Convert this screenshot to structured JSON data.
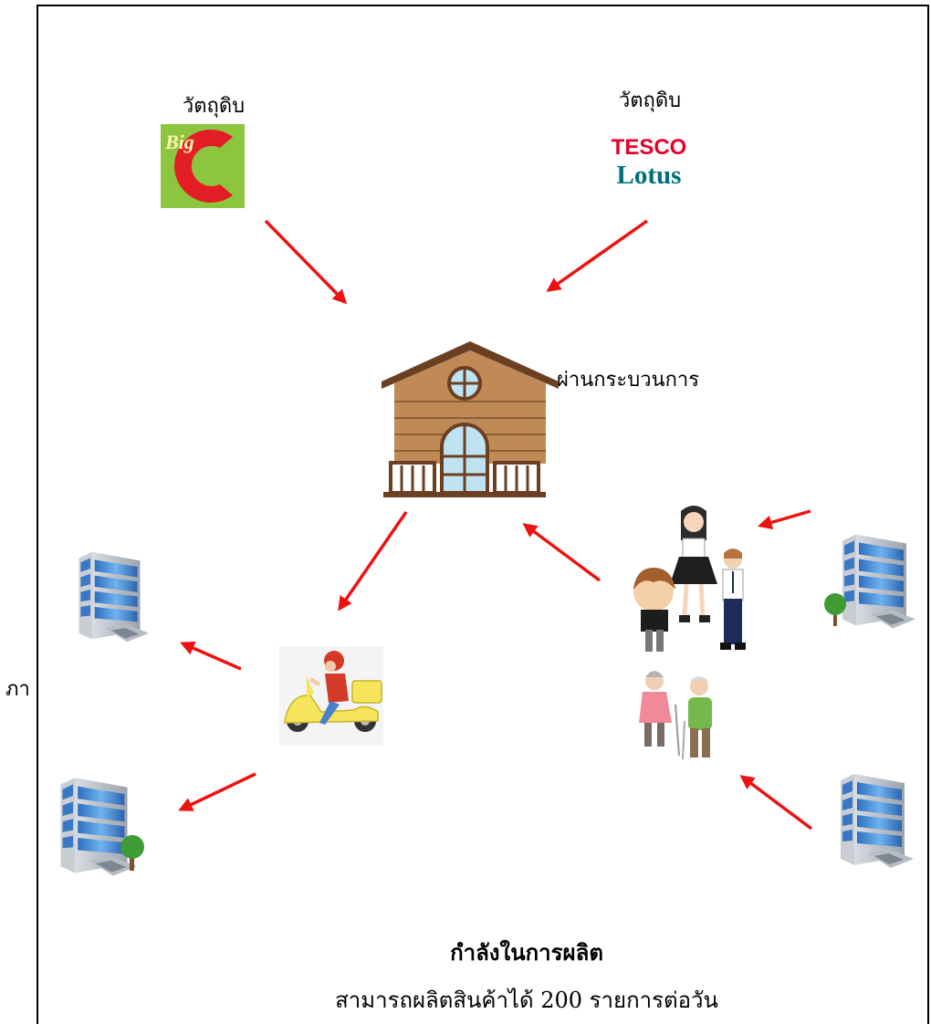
{
  "labels": {
    "raw_material_left": "วัตถุดิบ",
    "raw_material_right": "วัตถุดิบ",
    "process": "ผ่านกระบวนการ",
    "cut_fragment": "ภา",
    "capacity_title": "กำลังในการผลิต",
    "capacity_detail": "สามารถผลิตสินค้าได้ 200 รายการต่อวัน"
  },
  "logos": {
    "bigc_brand": "Big",
    "bigc_letter": "C",
    "tesco_top": "TESCO",
    "tesco_bottom": "Lotus"
  },
  "icons": {
    "factory": "house-icon",
    "delivery": "scooter-rider-icon",
    "customers_young": "students-icon",
    "customers_elderly": "elderly-couple-icon",
    "building": "office-building-icon"
  },
  "colors": {
    "arrow": "#ee1111",
    "bigc_green": "#8cc63f",
    "bigc_red": "#e31e24",
    "tesco_red": "#e4002b",
    "tesco_teal": "#00707a",
    "house_wood": "#b07a4a",
    "building_glass": "#3d86d6",
    "scooter_yellow": "#f6e45a"
  }
}
